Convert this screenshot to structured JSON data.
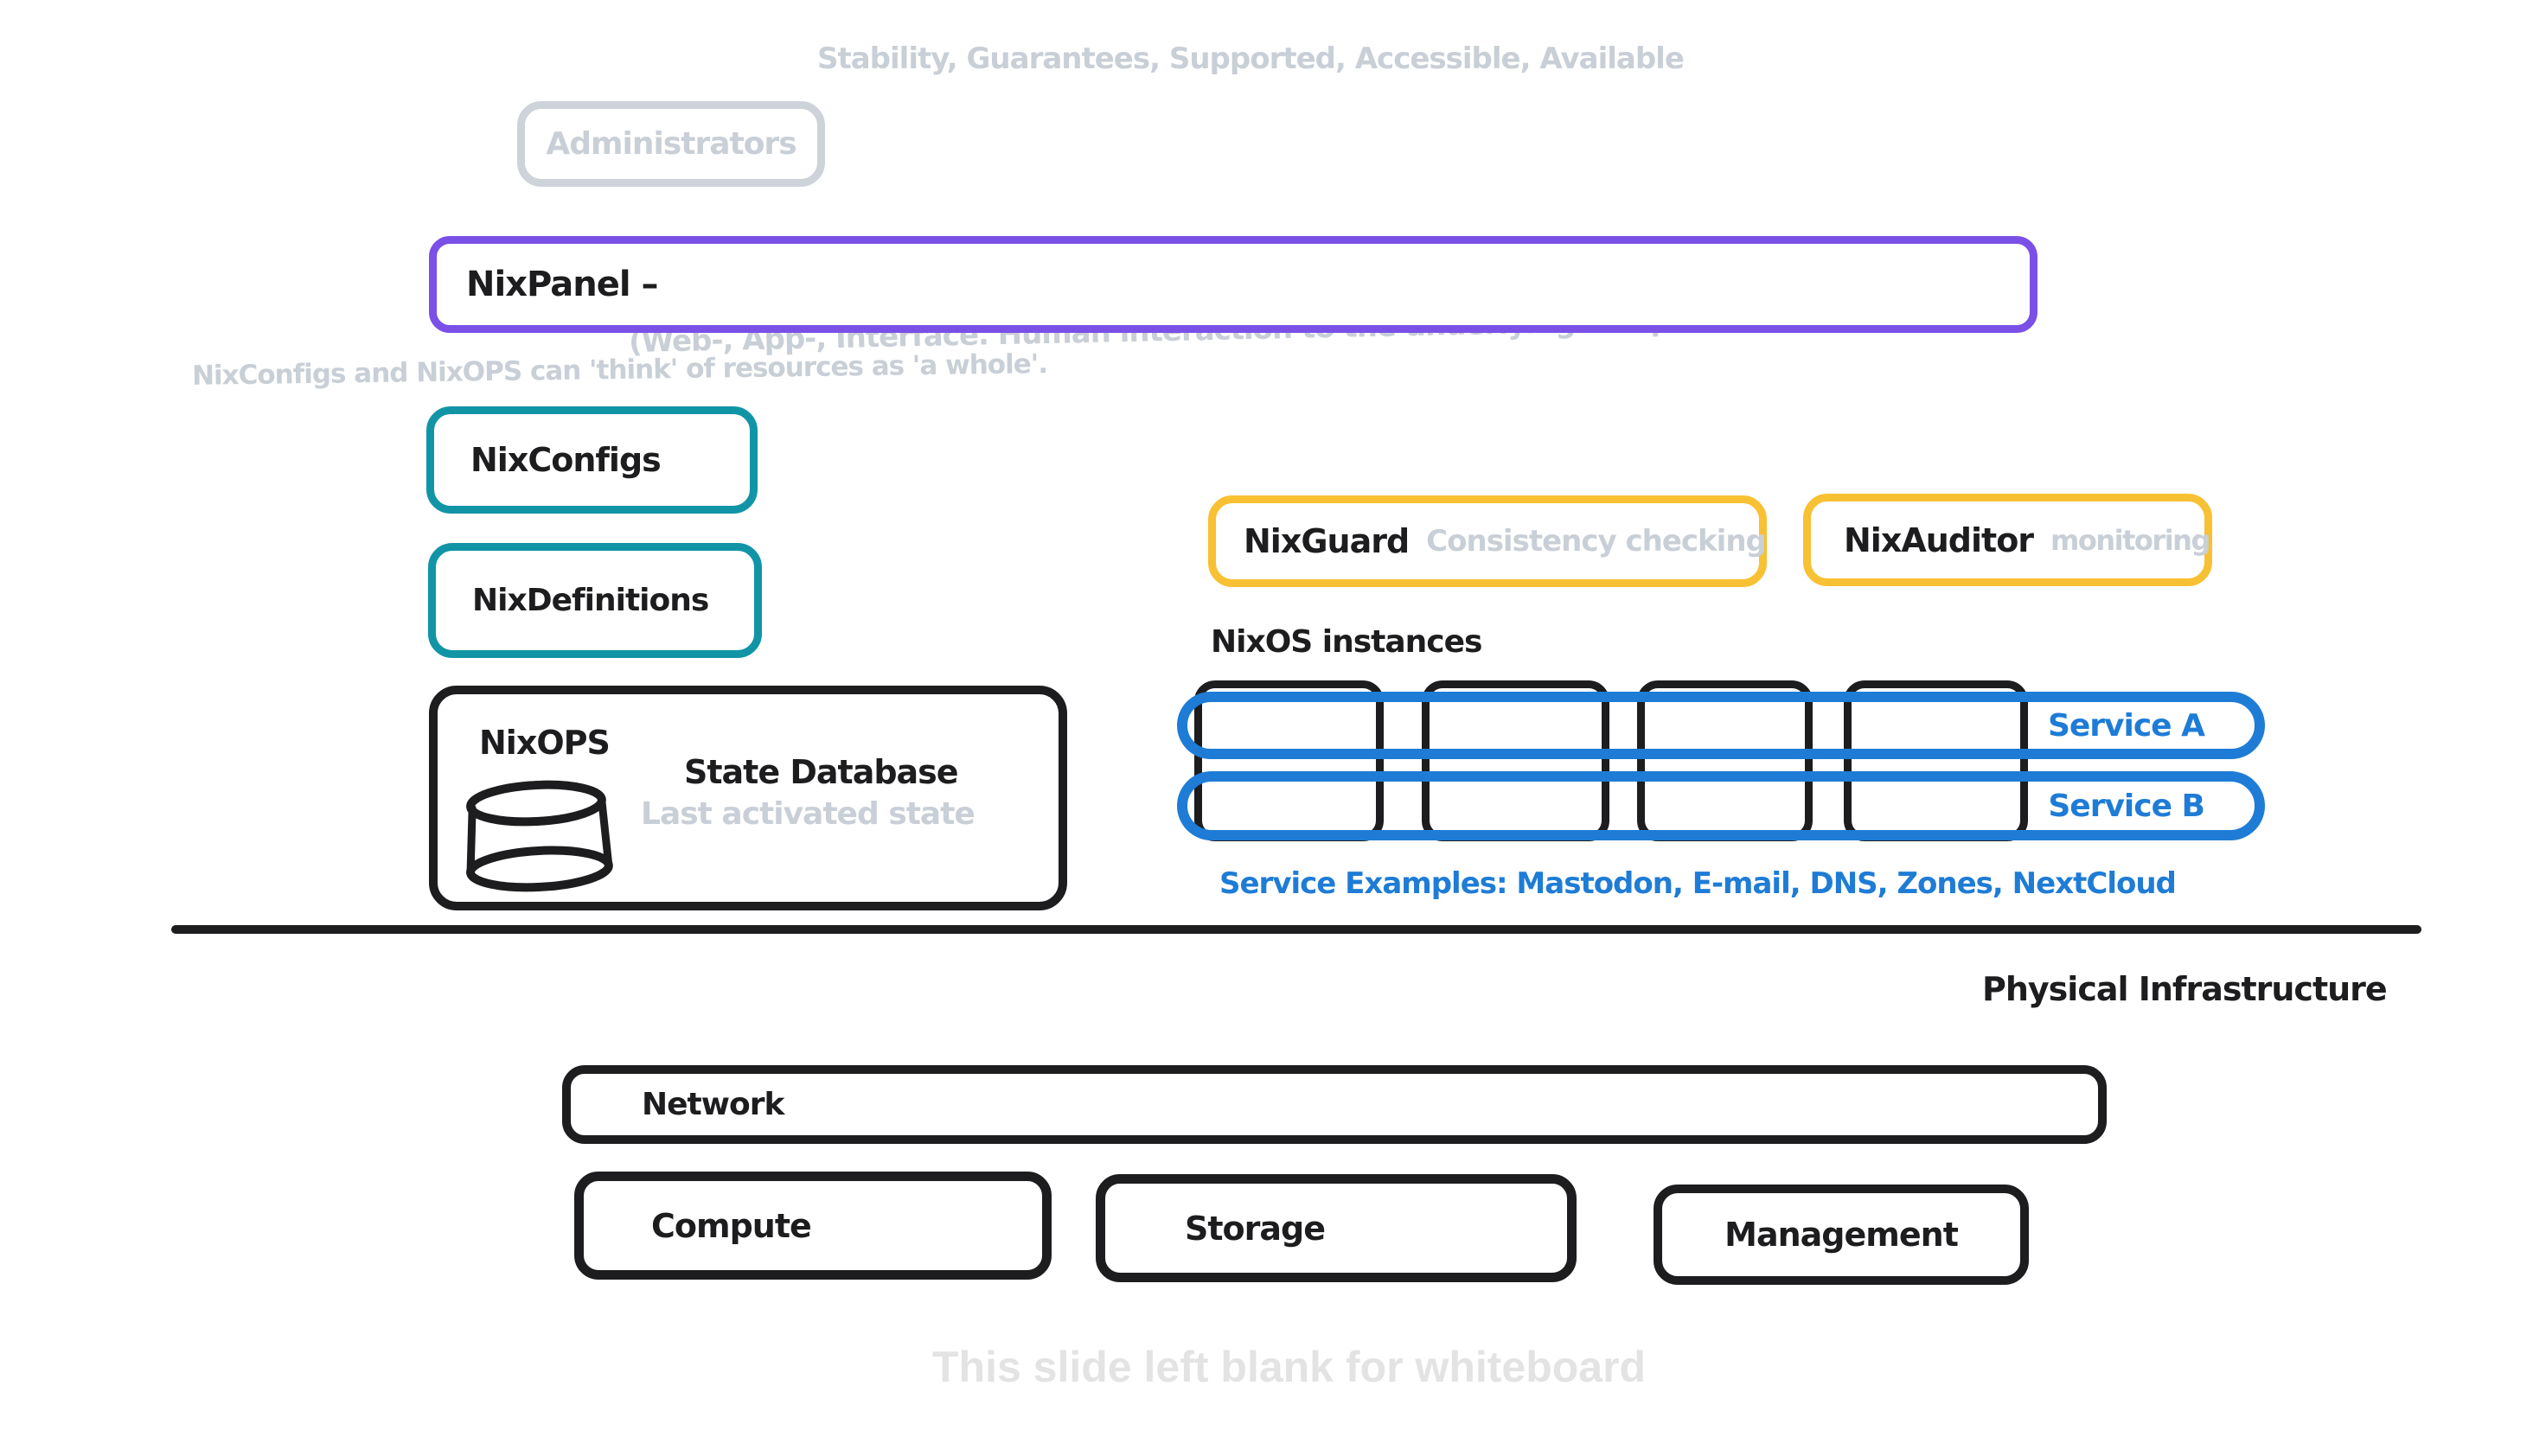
{
  "colors": {
    "purple": "#7b50e6",
    "teal": "#1195a6",
    "yellow": "#f8c033",
    "blue": "#1e7cd6",
    "gray_note": "#c9cfd6",
    "black_ink": "#1d1d1f",
    "light_gray": "#e3e3e4"
  },
  "annotations": {
    "top_note": "Stability, Guarantees, Supported, Accessible, Available",
    "administrators": "Administrators",
    "panel_subtitle": "(Web-, App-, Interface. Human interaction to the underlying components)",
    "think_note": "NixConfigs and NixOPS can 'think' of resources as 'a whole'.",
    "bottom_note": "This slide left blank for whiteboard"
  },
  "control_plane": {
    "nixpanel": "NixPanel –",
    "nixconfigs": "NixConfigs",
    "nixdefinitions": "NixDefinitions",
    "nixops": {
      "title": "NixOPS",
      "db_title": "State Database",
      "db_subtitle": "Last activated state",
      "icon": "database-cylinder-icon"
    },
    "nixguard": {
      "title": "NixGuard",
      "subtitle": "Consistency checking"
    },
    "nixauditor": {
      "title": "NixAuditor",
      "subtitle": "monitoring"
    }
  },
  "instances": {
    "label": "NixOS instances",
    "count": 4,
    "services": [
      {
        "label": "Service A"
      },
      {
        "label": "Service B"
      }
    ],
    "examples": "Service Examples: Mastodon, E-mail, DNS, Zones, NextCloud"
  },
  "infrastructure": {
    "label": "Physical Infrastructure",
    "network": "Network",
    "compute": "Compute",
    "storage": "Storage",
    "management": "Management"
  }
}
